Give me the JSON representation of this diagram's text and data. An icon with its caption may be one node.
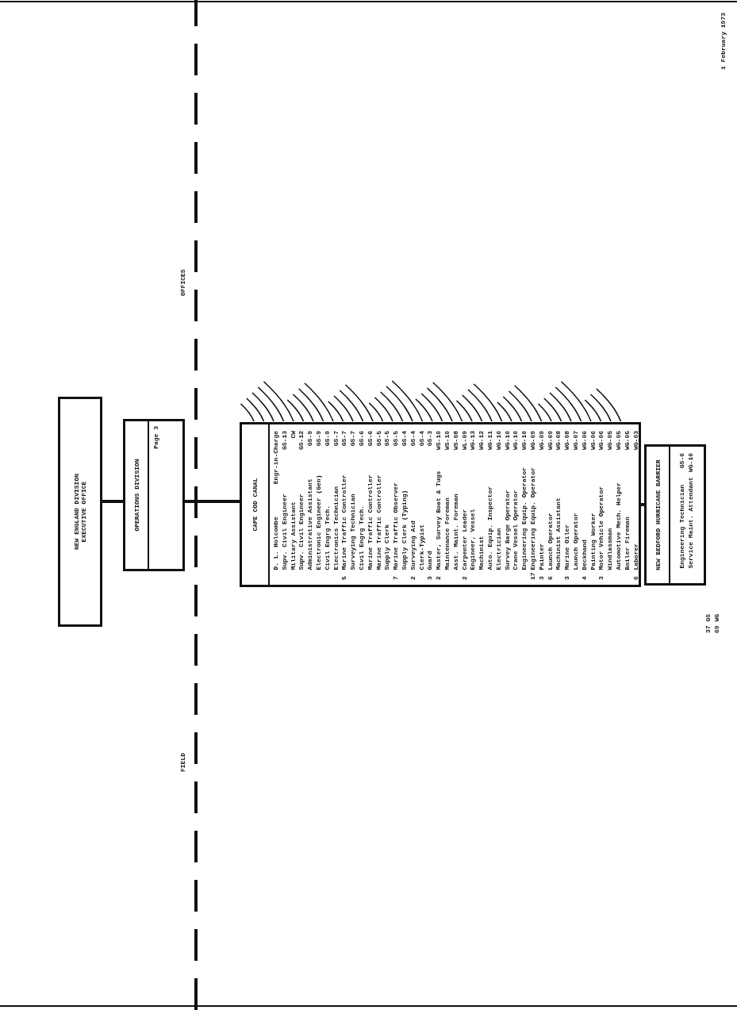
{
  "diagram": {
    "nodes": [
      {
        "text": [
          "NEW ENGLAND DIVISION EXECUTIVE OFFICE"
        ]
      },
      {
        "text": [
          "OPERATIONS DIVISION",
          "Page 3"
        ]
      },
      {
        "text": [
          "CAPE COD CANAL",
          "D. L. Holcombe",
          "Engr-in-Charge",
          "Supv. Civil Engineer",
          "GS-13",
          "Military Assistant",
          "CW",
          "Supv. Civil Engineer",
          "GS-12",
          "Administrative Assistant",
          "GS-9",
          "Electronic Engineer (Gen)",
          "GS-9",
          "Civil Engrg Tech.",
          "GS-9",
          "Electronics Technician",
          "GS-7",
          "5",
          "Marine Traffic Controller",
          "GS-7",
          "Surveying Technician",
          "GS-7",
          "Civil Engrg Tech.",
          "GS-6",
          "Marine Traffic Controller",
          "GS-6",
          "Marine Traffic Controller",
          "GS-5",
          "Supply Clerk",
          "GS-5",
          "7",
          "Marine Traffic Observer",
          "GS-5",
          "Supply Clerk (Typing)",
          "GS-4",
          "2",
          "Surveying Aid",
          "GS-4",
          "Clerk-Typist",
          "GS-4",
          "3",
          "Guard",
          "GS-3",
          "2",
          "Master, Survey Boat & Tugs",
          "WS-10",
          "Maintenance Foreman",
          "WS-10",
          "Asst. Maint. Foreman",
          "WS-08",
          "2",
          "Carpenter Leader",
          "WL-09",
          "Engineer, Vessel",
          "WG-13",
          "Machinist",
          "WG-12",
          "Auto. Equip. Inspector",
          "WG-11",
          "Electrician",
          "WG-10",
          "Survey Barge Operator",
          "WG-10",
          "Crane Vessel Operator",
          "WG-10",
          "Engineering Equip. Operator",
          "WG-10",
          "17",
          "Engineering Equip. Operator",
          "WG-09",
          "3",
          "Painter",
          "WG-09",
          "6",
          "Launch Operator",
          "WG-09",
          "Machinist Assistant",
          "WG-08",
          "3",
          "Marine Oiler",
          "WG-08",
          "Launch Operator",
          "WG-07",
          "4",
          "Deckhand",
          "WG-06",
          "Painting Worker",
          "WG-06",
          "3",
          "Motor Vehicle Operator",
          "WG-06",
          "Windlassman",
          "WG-05",
          "Automotive Mech. Helper",
          "WG-05",
          "Boiler Fireman",
          "WG-05",
          "6",
          "Laborer",
          "WG-03"
        ]
      },
      {
        "text": [
          "NEW BEDFORD HURRICANE BARRIER",
          "Engineering Technician",
          "GS-6",
          "Service Maint. Attendant",
          "WG-10"
        ]
      }
    ],
    "edges": [
      {
        "from": 0,
        "to": 1,
        "arrow": "none"
      },
      {
        "from": 1,
        "to": 2,
        "arrow": "none"
      },
      {
        "from": 2,
        "to": 3,
        "arrow": "none"
      }
    ],
    "labels": [
      "OFFICES",
      "FIELD",
      "1 February 1973",
      "37 GS",
      "69 WG"
    ]
  }
}
